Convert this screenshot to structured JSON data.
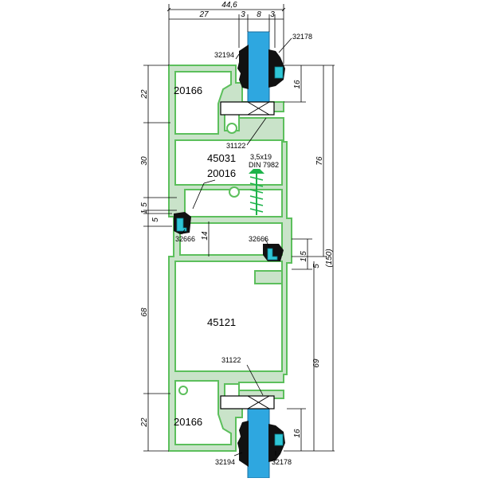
{
  "dimensions": {
    "total_width": "44,6",
    "seg_27": "27",
    "seg_3a": "3",
    "seg_8": "8",
    "seg_3b": "3",
    "left_22_top": "22",
    "left_30": "30",
    "left_5_1": "5",
    "left_1_1": "1",
    "left_5_2": "5",
    "left_14": "14",
    "left_68": "68",
    "left_22_bot": "22",
    "right_16_top": "16",
    "right_76": "76",
    "right_150": "(150)",
    "right_5_1": "5",
    "right_1": "1",
    "right_5_2": "5",
    "right_69": "69",
    "right_16_bot": "16"
  },
  "labels": {
    "p32178_top": "32178",
    "p32194_top": "32194",
    "p20166_top": "20166",
    "p31122_top": "31122",
    "p45031": "45031",
    "screw_size": "3,5x19",
    "screw_din": "DIN 7982",
    "p20016": "20016",
    "p32666_left": "32666",
    "p32666_right": "32666",
    "p45121": "45121",
    "p31122_bot": "31122",
    "p20166_bot": "20166",
    "p32194_bot": "32194",
    "p32178_bot": "32178"
  }
}
